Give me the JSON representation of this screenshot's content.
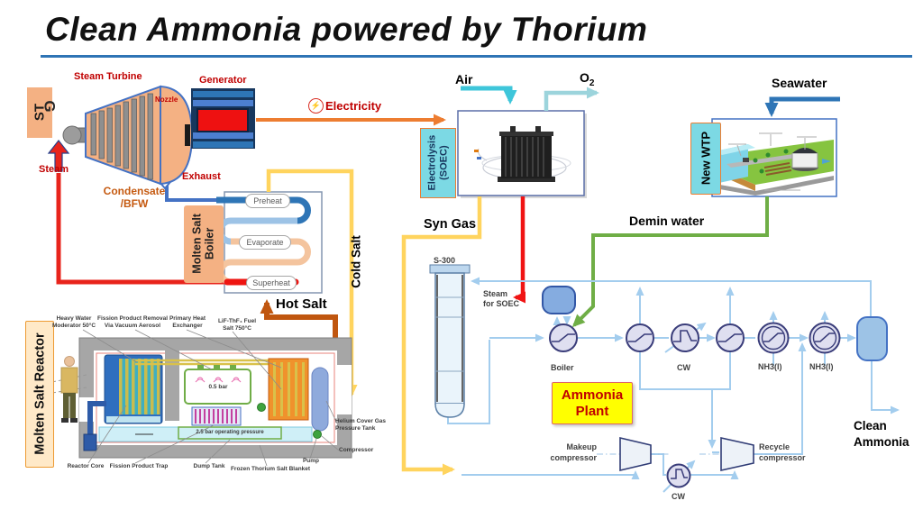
{
  "title": "Clean Ammonia powered by Thorium",
  "power_island": {
    "st": "ST",
    "g": "G",
    "steam_turbine": "Steam Turbine",
    "nozzle": "Nozzle",
    "generator": "Generator",
    "steam": "Steam",
    "exhaust": "Exhaust",
    "condensate_line1": "Condensate",
    "condensate_line2": "/BFW",
    "electricity": "Electricity",
    "bolt_icon": "⚡"
  },
  "boiler": {
    "label": "Molten Salt Boiler",
    "preheat": "Preheat",
    "evaporate": "Evaporate",
    "superheat": "Superheat",
    "cold_salt": "Cold Salt",
    "hot_salt": "Hot Salt"
  },
  "soec": {
    "label": "Electrolysis (SOEC)",
    "air": "Air",
    "o2_base": "O",
    "o2_sub": "2",
    "syn_gas": "Syn Gas",
    "steam_for_soec_line1": "Steam",
    "steam_for_soec_line2": "for SOEC"
  },
  "wtp": {
    "label": "New WTP",
    "seawater": "Seawater",
    "demin_water": "Demin water"
  },
  "reactor": {
    "label": "Molten Salt Reactor",
    "heavy_water": "Heavy Water Moderator 50°C",
    "fission_removal": "Fission Product Removal Via Vacuum Aerosol",
    "primary_hx": "Primary Heat Exchanger",
    "fuel_salt": "LiF-ThF₄ Fuel Salt 750°C",
    "bar05": "0.5 bar",
    "bar25": "2.5 bar operating pressure",
    "reactor_core": "Reactor Core",
    "fission_trap": "Fission Product Trap",
    "dump_tank": "Dump Tank",
    "frozen_blanket": "Frozen Thorium Salt Blanket",
    "pump": "Pump",
    "helium_tank": "Helium Cover Gas Pressure Tank",
    "compressor": "Compressor"
  },
  "ammonia_plant": {
    "s300": "S-300",
    "boiler_hx": "Boiler",
    "cw": "CW",
    "nh3_1": "NH3(l)",
    "nh3_2": "NH3(l)",
    "plant_line1": "Ammonia",
    "plant_line2": "Plant",
    "makeup_line1": "Makeup",
    "makeup_line2": "compressor",
    "recycle_line1": "Recycle",
    "recycle_line2": "compressor",
    "cw_bottom": "CW",
    "clean_line1": "Clean",
    "clean_line2": "Ammonia"
  },
  "colors": {
    "accent_underline": "#2E74B5",
    "electricity_orange": "#ED7D31",
    "steam_red": "#E8241C",
    "condensate_blue": "#4472C4",
    "cold_salt_yellow": "#FFD45E",
    "hot_salt_brown": "#C0560F",
    "air_cyan": "#3EC6DA",
    "seawater_blue": "#2E75B6",
    "demin_green": "#6FAE46",
    "process_blue": "#A3CDEE",
    "label_red": "#C00000",
    "peach": "#F4B183",
    "cyan_box": "#7CD9E4",
    "plant_yellow": "#FFFF00"
  }
}
